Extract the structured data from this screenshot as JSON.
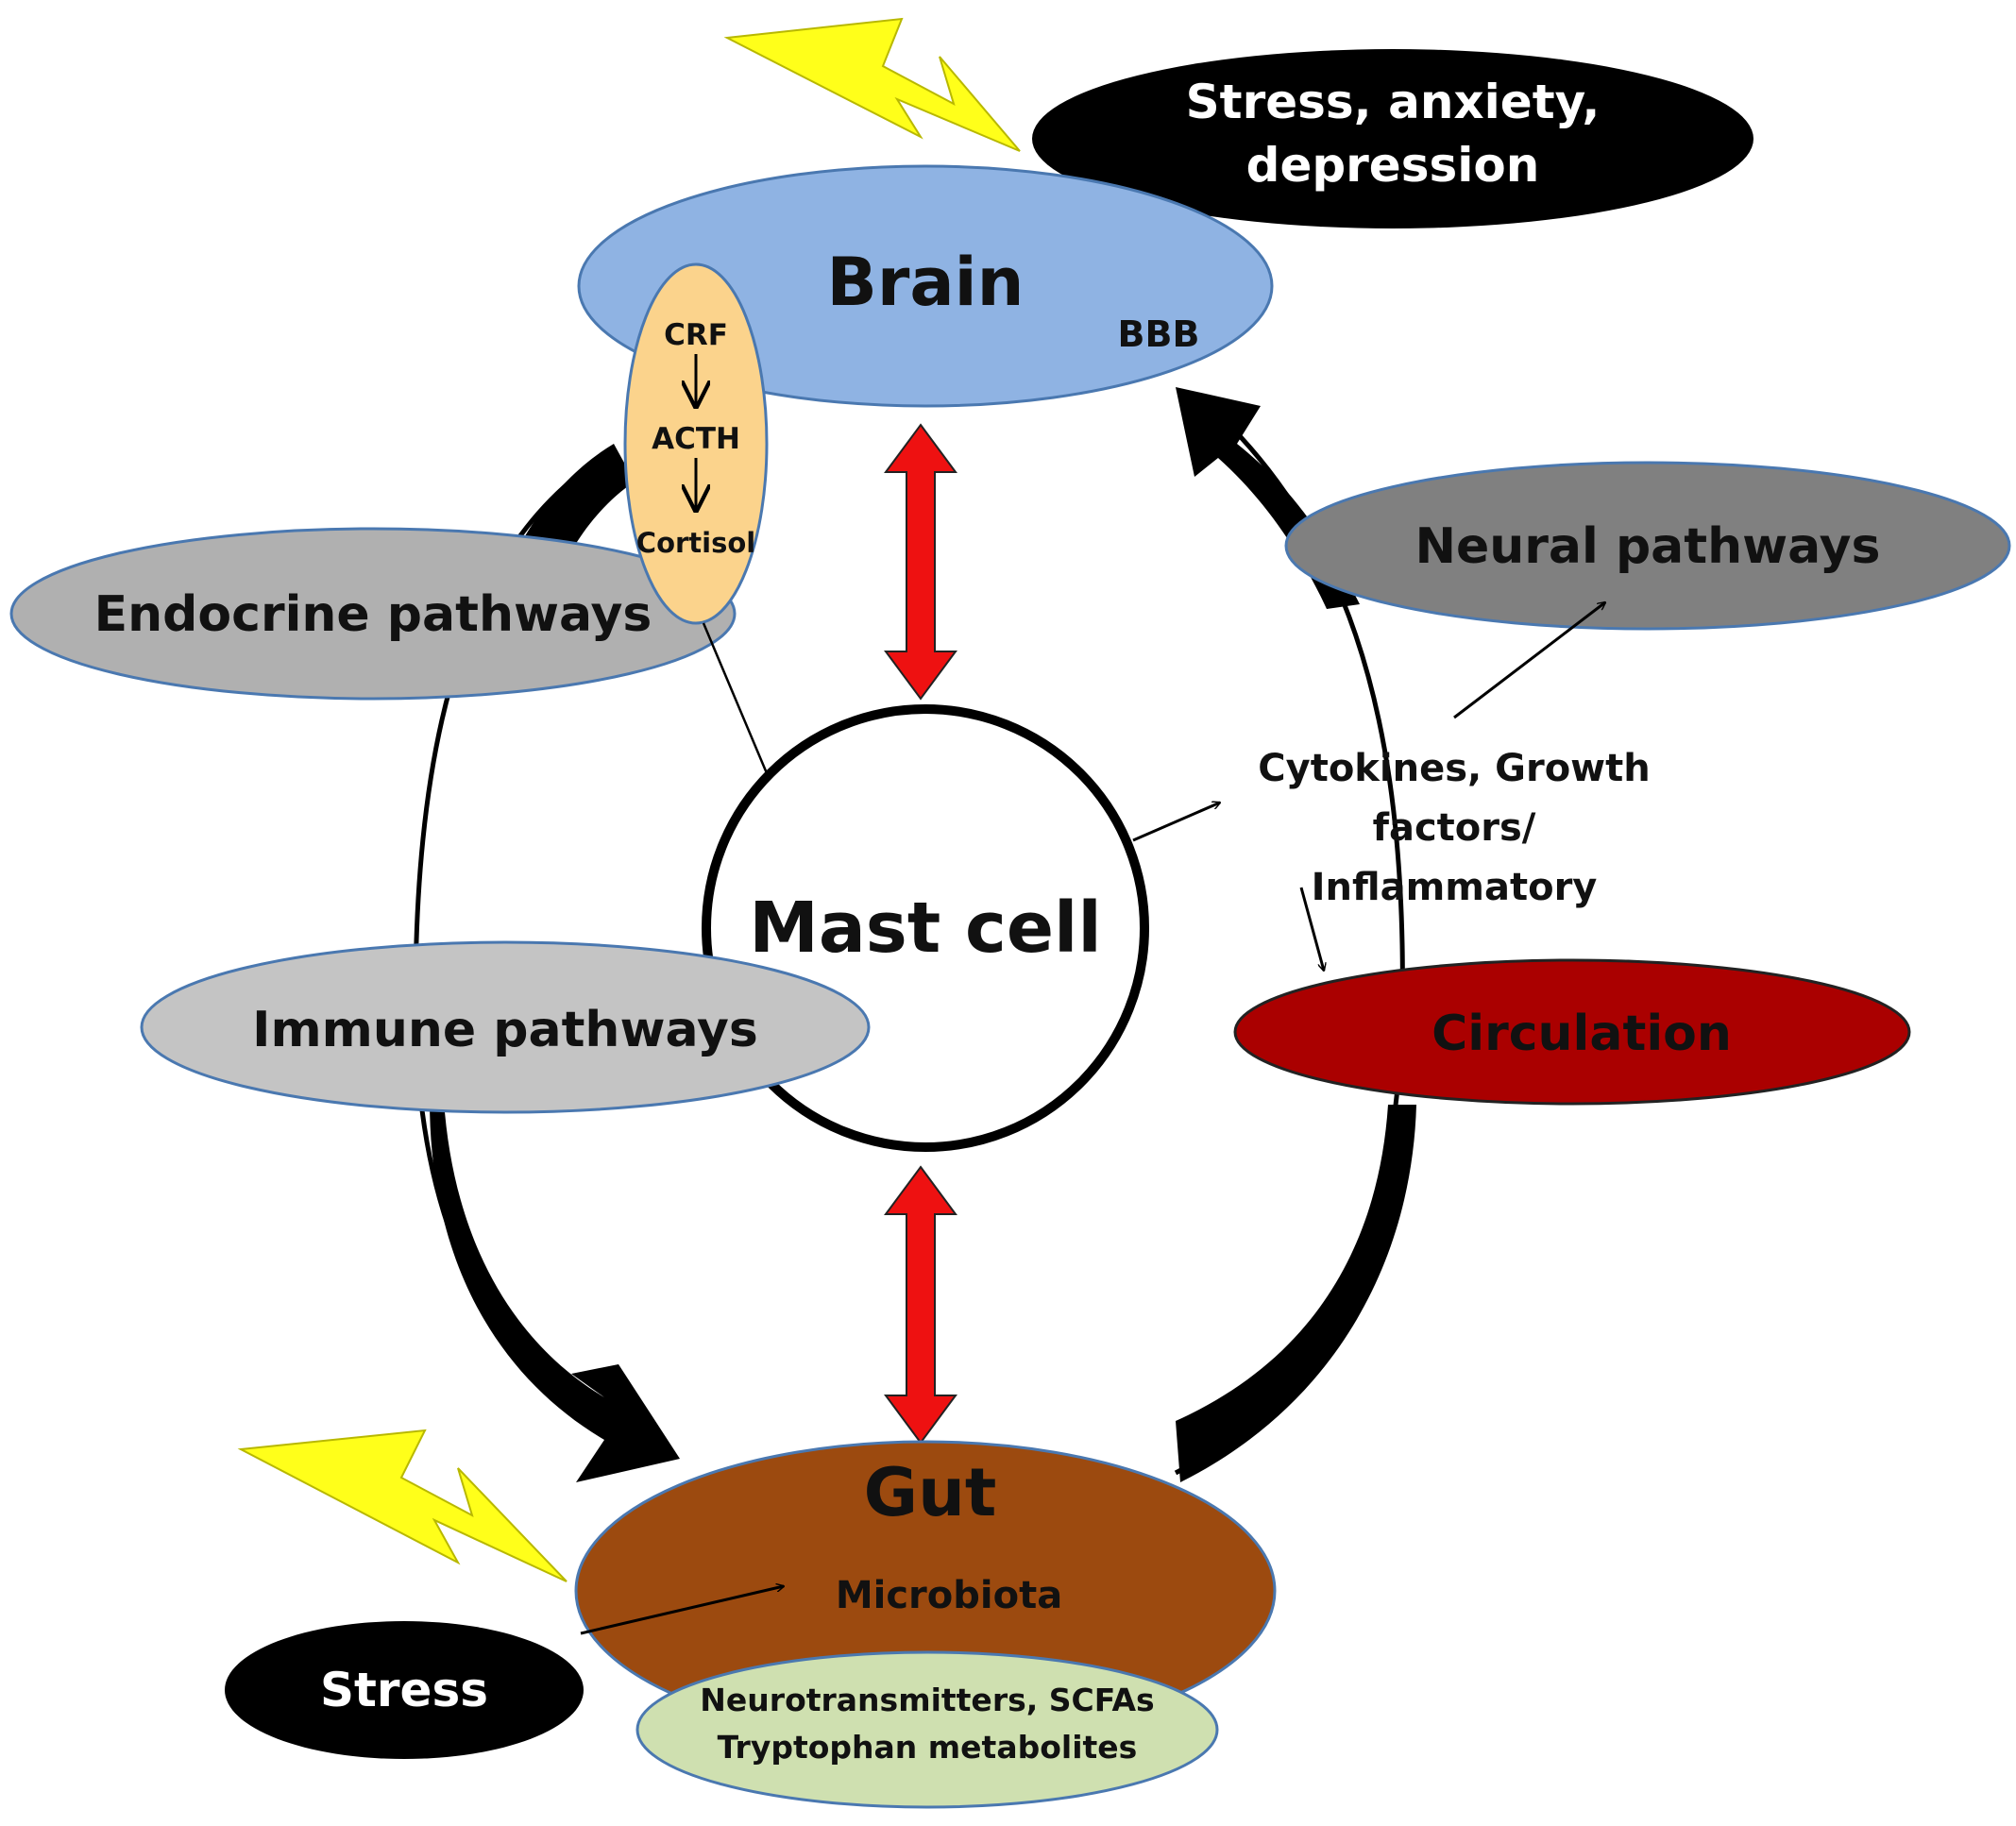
{
  "nodes": {
    "brain": {
      "label": "Brain",
      "sublabel": "BBB",
      "color": "#8fb3e3"
    },
    "hpa_axis": {
      "steps": [
        "CRF",
        "ACTH",
        "Cortisol"
      ],
      "color": "#fbd38c"
    },
    "stress_top": {
      "line1": "Stress, anxiety,",
      "line2": "depression",
      "color": "#000000"
    },
    "endocrine": {
      "label": "Endocrine pathways",
      "color": "#b0b0b0"
    },
    "neural": {
      "label": "Neural pathways",
      "color": "#808080"
    },
    "mast_cell": {
      "label": "Mast cell"
    },
    "mediators": {
      "line1": "Cytokines, Growth",
      "line2": "factors/",
      "line3": "Inflammatory"
    },
    "circulation": {
      "label": "Circulation",
      "color": "#aa0000"
    },
    "immune": {
      "label": "Immune pathways",
      "color": "#c4c4c4"
    },
    "gut": {
      "label": "Gut",
      "sublabel": "Microbiota",
      "color": "#9c4a0f"
    },
    "metabolites": {
      "line1": "Neurotransmitters, SCFAs",
      "line2": "Tryptophan metabolites",
      "color": "#cfe0b0"
    },
    "stress_bottom": {
      "label": "Stress",
      "color": "#000000"
    }
  },
  "colors": {
    "bidirectional_arrow": "#ee1111",
    "lightning": "#ffff1a",
    "loop_arrow": "#000000"
  },
  "icons": [
    "lightning-bolt-icon",
    "double-headed-arrow-icon",
    "curved-arrow-icon"
  ]
}
